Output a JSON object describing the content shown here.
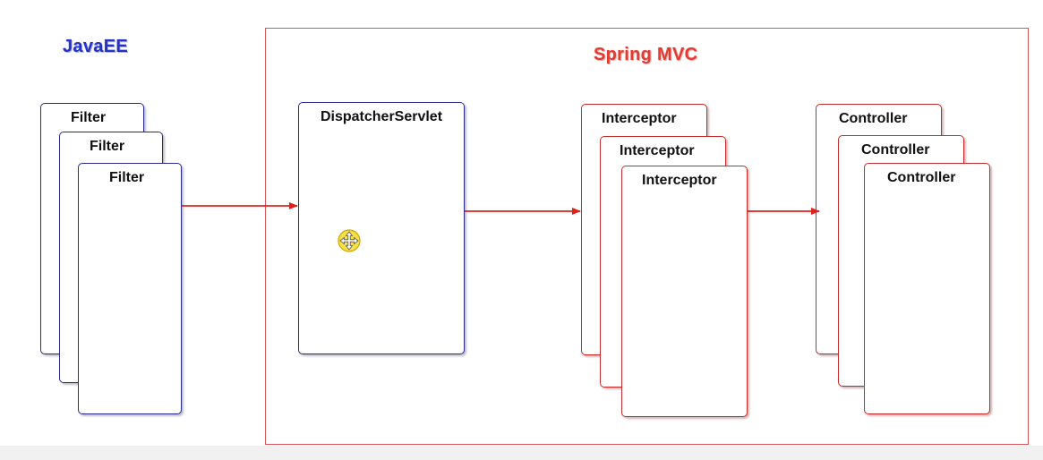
{
  "headings": {
    "javaee": "JavaEE",
    "spring_mvc": "Spring MVC"
  },
  "filters": [
    "Filter",
    "Filter",
    "Filter"
  ],
  "dispatcher": "DispatcherServlet",
  "interceptors": [
    "Interceptor",
    "Interceptor",
    "Interceptor"
  ],
  "controllers": [
    "Controller",
    "Controller",
    "Controller"
  ],
  "colors": {
    "javaee_accent": "#2332c8",
    "spring_accent": "#e53a2f",
    "arrow": "#e0201a"
  },
  "cursor_icon": "move-cursor-icon"
}
